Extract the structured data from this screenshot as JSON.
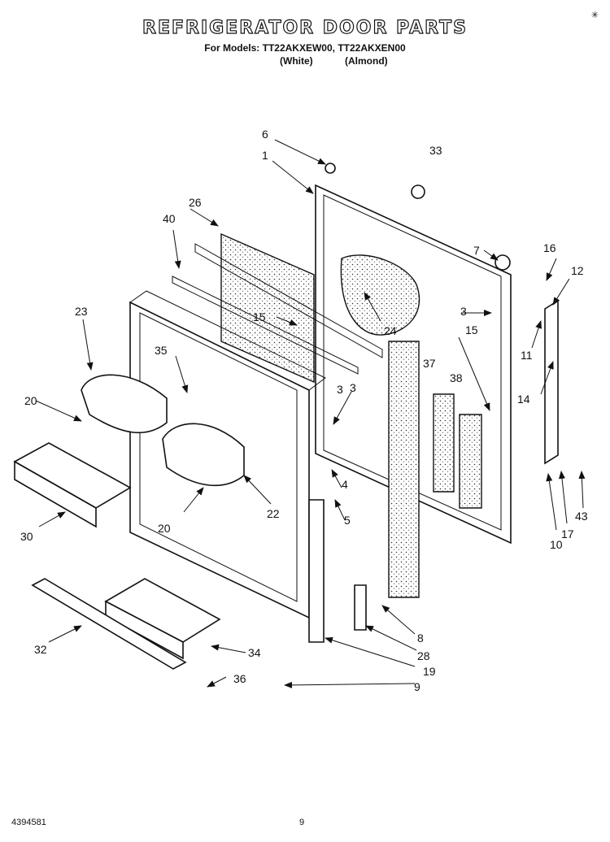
{
  "header": {
    "title": "REFRIGERATOR DOOR PARTS",
    "models_line": "For Models: TT22AKXEW00, TT22AKXEN00",
    "color_white": "(White)",
    "color_almond": "(Almond)"
  },
  "footer": {
    "doc_id": "4394581",
    "page_number": "9"
  },
  "corner_mark": "✳",
  "callouts": [
    "6",
    "1",
    "33",
    "26",
    "40",
    "7",
    "16",
    "12",
    "23",
    "15",
    "3",
    "24",
    "15",
    "3",
    "35",
    "11",
    "37",
    "38",
    "20",
    "14",
    "3",
    "4",
    "5",
    "20",
    "22",
    "30",
    "10",
    "17",
    "43",
    "8",
    "28",
    "32",
    "34",
    "19",
    "36",
    "9"
  ]
}
